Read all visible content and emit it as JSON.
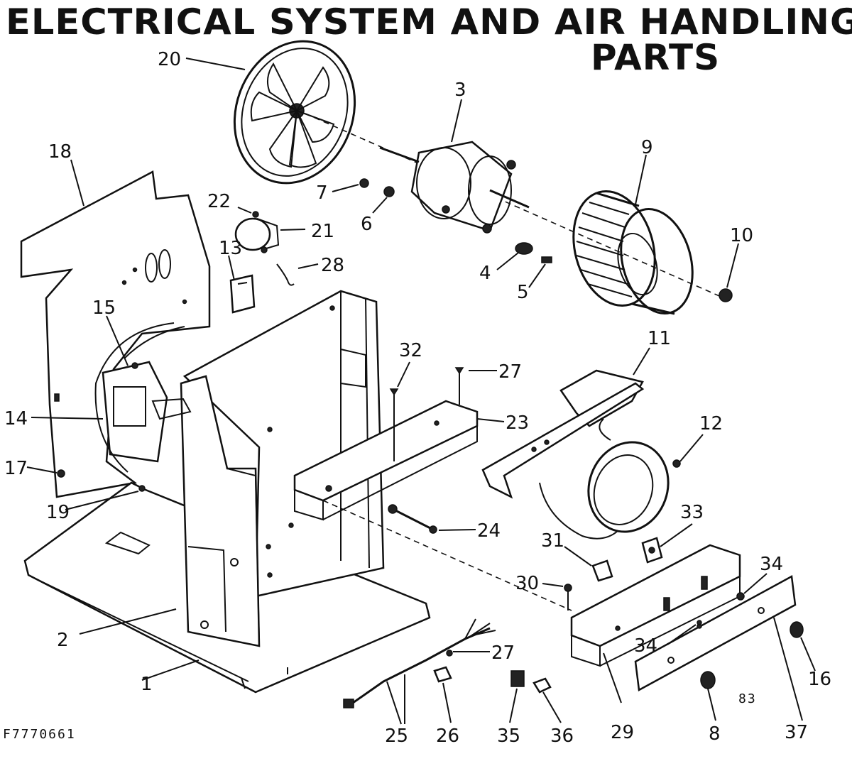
{
  "title": {
    "line1": "ELECTRICAL SYSTEM AND AIR HANDLING",
    "line2": "PARTS"
  },
  "drawing_code": "F7770661",
  "corner_mark": "83",
  "callouts": [
    {
      "id": "c1",
      "text": "1"
    },
    {
      "id": "c2",
      "text": "2"
    },
    {
      "id": "c3",
      "text": "3"
    },
    {
      "id": "c4",
      "text": "4"
    },
    {
      "id": "c5",
      "text": "5"
    },
    {
      "id": "c6",
      "text": "6"
    },
    {
      "id": "c7",
      "text": "7"
    },
    {
      "id": "c8",
      "text": "8"
    },
    {
      "id": "c9",
      "text": "9"
    },
    {
      "id": "c10",
      "text": "10"
    },
    {
      "id": "c11",
      "text": "11"
    },
    {
      "id": "c12",
      "text": "12"
    },
    {
      "id": "c13",
      "text": "13"
    },
    {
      "id": "c14",
      "text": "14"
    },
    {
      "id": "c15",
      "text": "15"
    },
    {
      "id": "c16",
      "text": "16"
    },
    {
      "id": "c17",
      "text": "17"
    },
    {
      "id": "c18",
      "text": "18"
    },
    {
      "id": "c19",
      "text": "19"
    },
    {
      "id": "c20",
      "text": "20"
    },
    {
      "id": "c21",
      "text": "21"
    },
    {
      "id": "c22",
      "text": "22"
    },
    {
      "id": "c23",
      "text": "23"
    },
    {
      "id": "c24",
      "text": "24"
    },
    {
      "id": "c25",
      "text": "25"
    },
    {
      "id": "c26",
      "text": "26"
    },
    {
      "id": "c27a",
      "text": "27"
    },
    {
      "id": "c27b",
      "text": "27"
    },
    {
      "id": "c28",
      "text": "28"
    },
    {
      "id": "c29",
      "text": "29"
    },
    {
      "id": "c30",
      "text": "30"
    },
    {
      "id": "c31",
      "text": "31"
    },
    {
      "id": "c32",
      "text": "32"
    },
    {
      "id": "c33",
      "text": "33"
    },
    {
      "id": "c34a",
      "text": "34"
    },
    {
      "id": "c34b",
      "text": "34"
    },
    {
      "id": "c35",
      "text": "35"
    },
    {
      "id": "c36",
      "text": "36"
    },
    {
      "id": "c37",
      "text": "37"
    }
  ]
}
